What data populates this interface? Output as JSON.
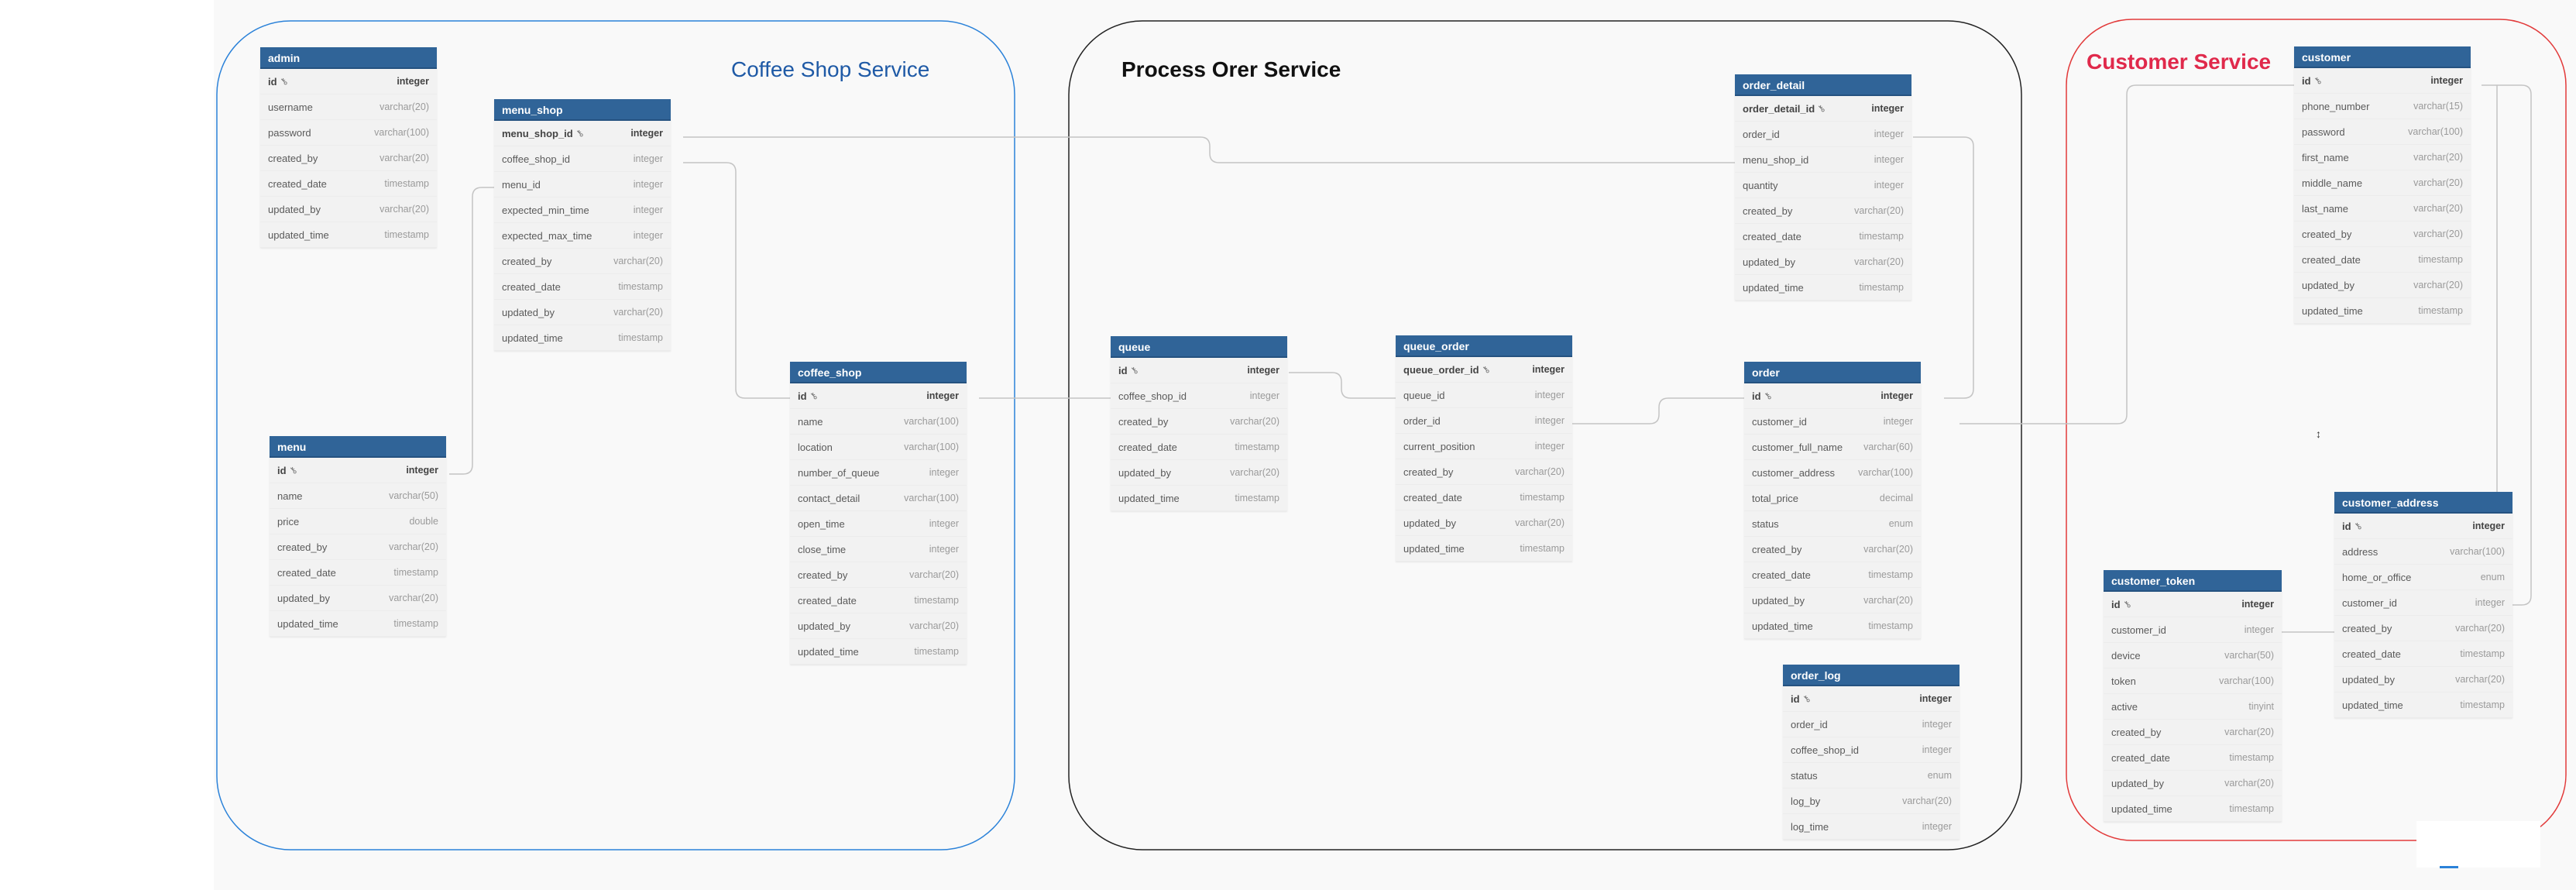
{
  "regions": [
    {
      "id": "coffee",
      "title": "Coffee Shop Service",
      "color": "#1f5aa6"
    },
    {
      "id": "process",
      "title": "Process Orer Service",
      "color": "#111111"
    },
    {
      "id": "customer",
      "title": "Customer Service",
      "color": "#e0294b"
    }
  ],
  "tables": [
    {
      "id": "admin",
      "name": "admin",
      "columns": [
        {
          "name": "id",
          "type": "integer",
          "pk": true
        },
        {
          "name": "username",
          "type": "varchar(20)"
        },
        {
          "name": "password",
          "type": "varchar(100)"
        },
        {
          "name": "created_by",
          "type": "varchar(20)"
        },
        {
          "name": "created_date",
          "type": "timestamp"
        },
        {
          "name": "updated_by",
          "type": "varchar(20)"
        },
        {
          "name": "updated_time",
          "type": "timestamp"
        }
      ]
    },
    {
      "id": "menu_shop",
      "name": "menu_shop",
      "columns": [
        {
          "name": "menu_shop_id",
          "type": "integer",
          "pk": true
        },
        {
          "name": "coffee_shop_id",
          "type": "integer"
        },
        {
          "name": "menu_id",
          "type": "integer"
        },
        {
          "name": "expected_min_time",
          "type": "integer"
        },
        {
          "name": "expected_max_time",
          "type": "integer"
        },
        {
          "name": "created_by",
          "type": "varchar(20)"
        },
        {
          "name": "created_date",
          "type": "timestamp"
        },
        {
          "name": "updated_by",
          "type": "varchar(20)"
        },
        {
          "name": "updated_time",
          "type": "timestamp"
        }
      ]
    },
    {
      "id": "menu",
      "name": "menu",
      "columns": [
        {
          "name": "id",
          "type": "integer",
          "pk": true
        },
        {
          "name": "name",
          "type": "varchar(50)"
        },
        {
          "name": "price",
          "type": "double"
        },
        {
          "name": "created_by",
          "type": "varchar(20)"
        },
        {
          "name": "created_date",
          "type": "timestamp"
        },
        {
          "name": "updated_by",
          "type": "varchar(20)"
        },
        {
          "name": "updated_time",
          "type": "timestamp"
        }
      ]
    },
    {
      "id": "coffee_shop",
      "name": "coffee_shop",
      "columns": [
        {
          "name": "id",
          "type": "integer",
          "pk": true
        },
        {
          "name": "name",
          "type": "varchar(100)"
        },
        {
          "name": "location",
          "type": "varchar(100)"
        },
        {
          "name": "number_of_queue",
          "type": "integer"
        },
        {
          "name": "contact_detail",
          "type": "varchar(100)"
        },
        {
          "name": "open_time",
          "type": "integer"
        },
        {
          "name": "close_time",
          "type": "integer"
        },
        {
          "name": "created_by",
          "type": "varchar(20)"
        },
        {
          "name": "created_date",
          "type": "timestamp"
        },
        {
          "name": "updated_by",
          "type": "varchar(20)"
        },
        {
          "name": "updated_time",
          "type": "timestamp"
        }
      ]
    },
    {
      "id": "queue",
      "name": "queue",
      "columns": [
        {
          "name": "id",
          "type": "integer",
          "pk": true
        },
        {
          "name": "coffee_shop_id",
          "type": "integer"
        },
        {
          "name": "created_by",
          "type": "varchar(20)"
        },
        {
          "name": "created_date",
          "type": "timestamp"
        },
        {
          "name": "updated_by",
          "type": "varchar(20)"
        },
        {
          "name": "updated_time",
          "type": "timestamp"
        }
      ]
    },
    {
      "id": "queue_order",
      "name": "queue_order",
      "columns": [
        {
          "name": "queue_order_id",
          "type": "integer",
          "pk": true
        },
        {
          "name": "queue_id",
          "type": "integer"
        },
        {
          "name": "order_id",
          "type": "integer"
        },
        {
          "name": "current_position",
          "type": "integer"
        },
        {
          "name": "created_by",
          "type": "varchar(20)"
        },
        {
          "name": "created_date",
          "type": "timestamp"
        },
        {
          "name": "updated_by",
          "type": "varchar(20)"
        },
        {
          "name": "updated_time",
          "type": "timestamp"
        }
      ]
    },
    {
      "id": "order_detail",
      "name": "order_detail",
      "columns": [
        {
          "name": "order_detail_id",
          "type": "integer",
          "pk": true
        },
        {
          "name": "order_id",
          "type": "integer"
        },
        {
          "name": "menu_shop_id",
          "type": "integer"
        },
        {
          "name": "quantity",
          "type": "integer"
        },
        {
          "name": "created_by",
          "type": "varchar(20)"
        },
        {
          "name": "created_date",
          "type": "timestamp"
        },
        {
          "name": "updated_by",
          "type": "varchar(20)"
        },
        {
          "name": "updated_time",
          "type": "timestamp"
        }
      ]
    },
    {
      "id": "order",
      "name": "order",
      "columns": [
        {
          "name": "id",
          "type": "integer",
          "pk": true
        },
        {
          "name": "customer_id",
          "type": "integer"
        },
        {
          "name": "customer_full_name",
          "type": "varchar(60)"
        },
        {
          "name": "customer_address",
          "type": "varchar(100)"
        },
        {
          "name": "total_price",
          "type": "decimal"
        },
        {
          "name": "status",
          "type": "enum"
        },
        {
          "name": "created_by",
          "type": "varchar(20)"
        },
        {
          "name": "created_date",
          "type": "timestamp"
        },
        {
          "name": "updated_by",
          "type": "varchar(20)"
        },
        {
          "name": "updated_time",
          "type": "timestamp"
        }
      ]
    },
    {
      "id": "order_log",
      "name": "order_log",
      "columns": [
        {
          "name": "id",
          "type": "integer",
          "pk": true
        },
        {
          "name": "order_id",
          "type": "integer"
        },
        {
          "name": "coffee_shop_id",
          "type": "integer"
        },
        {
          "name": "status",
          "type": "enum"
        },
        {
          "name": "log_by",
          "type": "varchar(20)"
        },
        {
          "name": "log_time",
          "type": "integer"
        }
      ]
    },
    {
      "id": "customer",
      "name": "customer",
      "columns": [
        {
          "name": "id",
          "type": "integer",
          "pk": true
        },
        {
          "name": "phone_number",
          "type": "varchar(15)"
        },
        {
          "name": "password",
          "type": "varchar(100)"
        },
        {
          "name": "first_name",
          "type": "varchar(20)"
        },
        {
          "name": "middle_name",
          "type": "varchar(20)"
        },
        {
          "name": "last_name",
          "type": "varchar(20)"
        },
        {
          "name": "created_by",
          "type": "varchar(20)"
        },
        {
          "name": "created_date",
          "type": "timestamp"
        },
        {
          "name": "updated_by",
          "type": "varchar(20)"
        },
        {
          "name": "updated_time",
          "type": "timestamp"
        }
      ]
    },
    {
      "id": "customer_address",
      "name": "customer_address",
      "columns": [
        {
          "name": "id",
          "type": "integer",
          "pk": true
        },
        {
          "name": "address",
          "type": "varchar(100)"
        },
        {
          "name": "home_or_office",
          "type": "enum"
        },
        {
          "name": "customer_id",
          "type": "integer"
        },
        {
          "name": "created_by",
          "type": "varchar(20)"
        },
        {
          "name": "created_date",
          "type": "timestamp"
        },
        {
          "name": "updated_by",
          "type": "varchar(20)"
        },
        {
          "name": "updated_time",
          "type": "timestamp"
        }
      ]
    },
    {
      "id": "customer_token",
      "name": "customer_token",
      "columns": [
        {
          "name": "id",
          "type": "integer",
          "pk": true
        },
        {
          "name": "customer_id",
          "type": "integer"
        },
        {
          "name": "device",
          "type": "varchar(50)"
        },
        {
          "name": "token",
          "type": "varchar(100)"
        },
        {
          "name": "active",
          "type": "tinyint"
        },
        {
          "name": "created_by",
          "type": "varchar(20)"
        },
        {
          "name": "created_date",
          "type": "timestamp"
        },
        {
          "name": "updated_by",
          "type": "varchar(20)"
        },
        {
          "name": "updated_time",
          "type": "timestamp"
        }
      ]
    }
  ],
  "relations": [
    {
      "from": "menu_shop.menu_id",
      "to": "menu.id"
    },
    {
      "from": "menu_shop.coffee_shop_id",
      "to": "coffee_shop.id"
    },
    {
      "from": "queue.coffee_shop_id",
      "to": "coffee_shop.id"
    },
    {
      "from": "queue_order.queue_id",
      "to": "queue.id"
    },
    {
      "from": "queue_order.order_id",
      "to": "order.id"
    },
    {
      "from": "order_detail.menu_shop_id",
      "to": "menu_shop.menu_shop_id"
    },
    {
      "from": "order_detail.order_id",
      "to": "order.id"
    },
    {
      "from": "order.customer_id",
      "to": "customer.id"
    },
    {
      "from": "customer_address.customer_id",
      "to": "customer.id"
    },
    {
      "from": "customer_token.customer_id",
      "to": "customer.id"
    }
  ]
}
